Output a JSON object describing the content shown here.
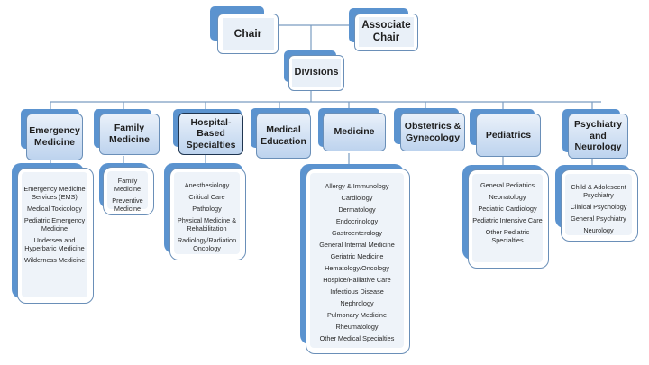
{
  "top": {
    "chair": "Chair",
    "associate_chair": "Associate Chair",
    "divisions": "Divisions"
  },
  "divisions": [
    {
      "label": "Emergency Medicine",
      "items": [
        "Emergency Medicine Services (EMS)",
        "Medical Toxicology",
        "Pediatric Emergency Medicine",
        "Undersea and Hyperbaric Medicine",
        "Wilderness Medicine"
      ]
    },
    {
      "label": "Family Medicine",
      "items": [
        "Family Medicine",
        "Preventive Medicine"
      ]
    },
    {
      "label": "Hospital-Based Specialties",
      "items": [
        "Anesthesiology",
        "Critical Care",
        "Pathology",
        "Physical Medicine & Rehabilitation",
        "Radiology/Radiation Oncology"
      ]
    },
    {
      "label": "Medical Education",
      "items": []
    },
    {
      "label": "Medicine",
      "items": [
        "Allergy & Immunology",
        "Cardiology",
        "Dermatology",
        "Endocrinology",
        "Gastroenterology",
        "General Internal Medicine",
        "Geriatric Medicine",
        "Hematology/Oncology",
        "Hospice/Palliative Care",
        "Infectious Disease",
        "Nephrology",
        "Pulmonary Medicine",
        "Rheumatology",
        "Other Medical Specialties"
      ]
    },
    {
      "label": "Obstetrics & Gynecology",
      "items": []
    },
    {
      "label": "Pediatrics",
      "items": [
        "General Pediatrics",
        "Neonatology",
        "Pediatric Cardiology",
        "Pediatric Intensive Care",
        "Other Pediatric Specialties"
      ]
    },
    {
      "label": "Psychiatry and Neurology",
      "items": [
        "Child & Adolescent Psychiatry",
        "Clinical Psychology",
        "General Psychiatry",
        "Neurology"
      ]
    }
  ],
  "colors": {
    "shadow": "#5b93cf",
    "line": "#7a9cc0",
    "box_fill_top": "#eaf1fa",
    "box_fill_bottom": "#bdd3ee",
    "list_fill": "#eef3f9"
  }
}
